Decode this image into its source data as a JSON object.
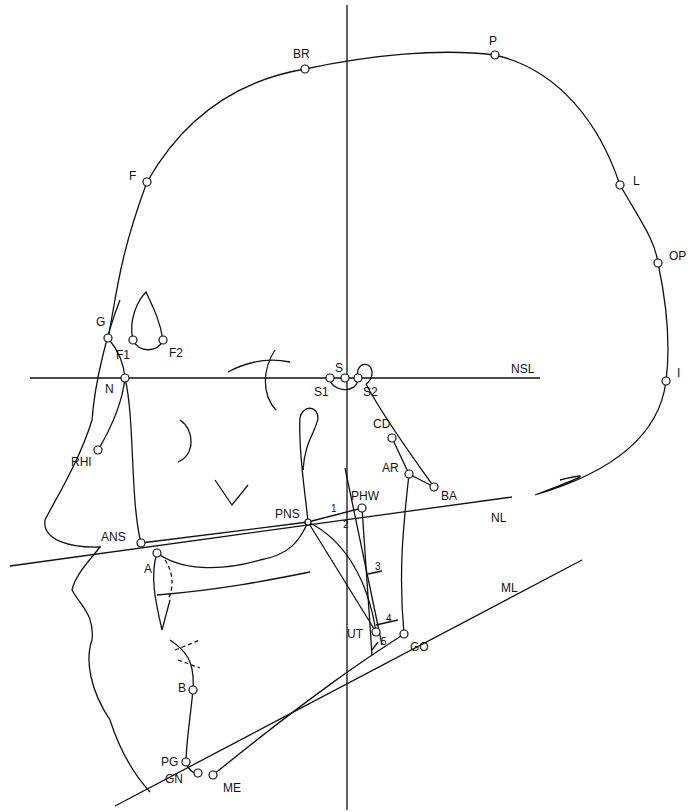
{
  "diagram": {
    "labels": [
      "BR",
      "P",
      "F",
      "L",
      "OP",
      "I",
      "G",
      "F1",
      "F2",
      "N",
      "S",
      "S1",
      "S2",
      "NSL",
      "CD",
      "AR",
      "BA",
      "RHI",
      "PNS",
      "PHW",
      "NL",
      "1",
      "2",
      "3",
      "4",
      "5",
      "ANS",
      "A",
      "ML",
      "UT",
      "GO",
      "B",
      "PG",
      "GN",
      "ME"
    ]
  }
}
